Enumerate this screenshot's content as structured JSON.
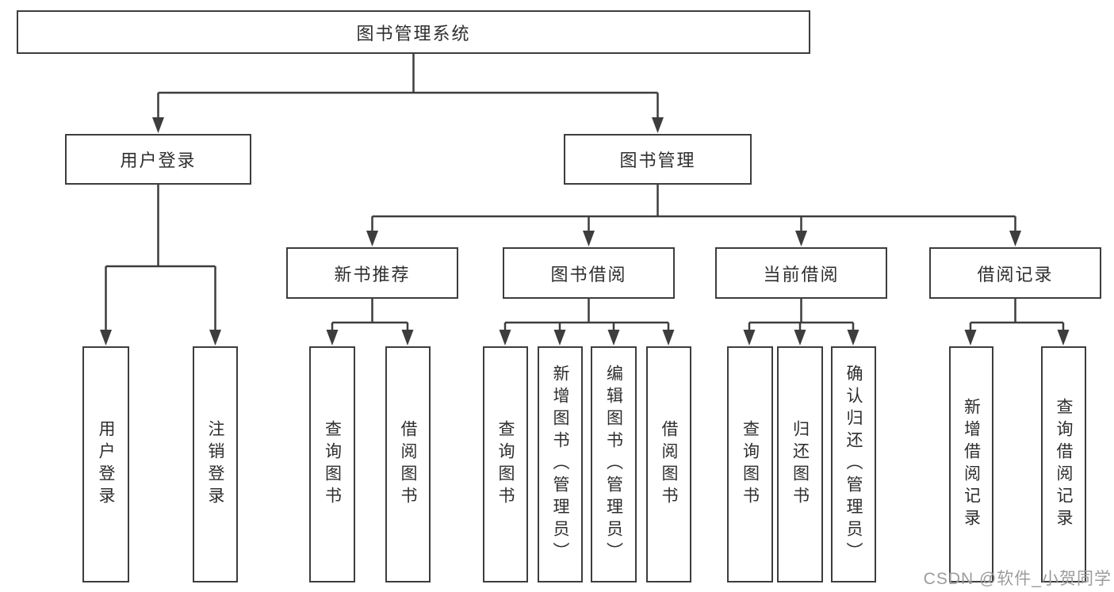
{
  "diagram": {
    "root": "图书管理系统",
    "branches": [
      {
        "label": "用户登录",
        "children": [
          "用户登录",
          "注销登录"
        ]
      },
      {
        "label": "图书管理",
        "groups": [
          {
            "label": "新书推荐",
            "children": [
              "查询图书",
              "借阅图书"
            ]
          },
          {
            "label": "图书借阅",
            "children": [
              "查询图书",
              "新增图书（管理员）",
              "编辑图书（管理员）",
              "借阅图书"
            ]
          },
          {
            "label": "当前借阅",
            "children": [
              "查询图书",
              "归还图书",
              "确认归还（管理员）"
            ]
          },
          {
            "label": "借阅记录",
            "children": [
              "新增借阅记录",
              "查询借阅记录"
            ]
          }
        ]
      }
    ]
  },
  "watermark": "CSDN @软件_小贺同学"
}
